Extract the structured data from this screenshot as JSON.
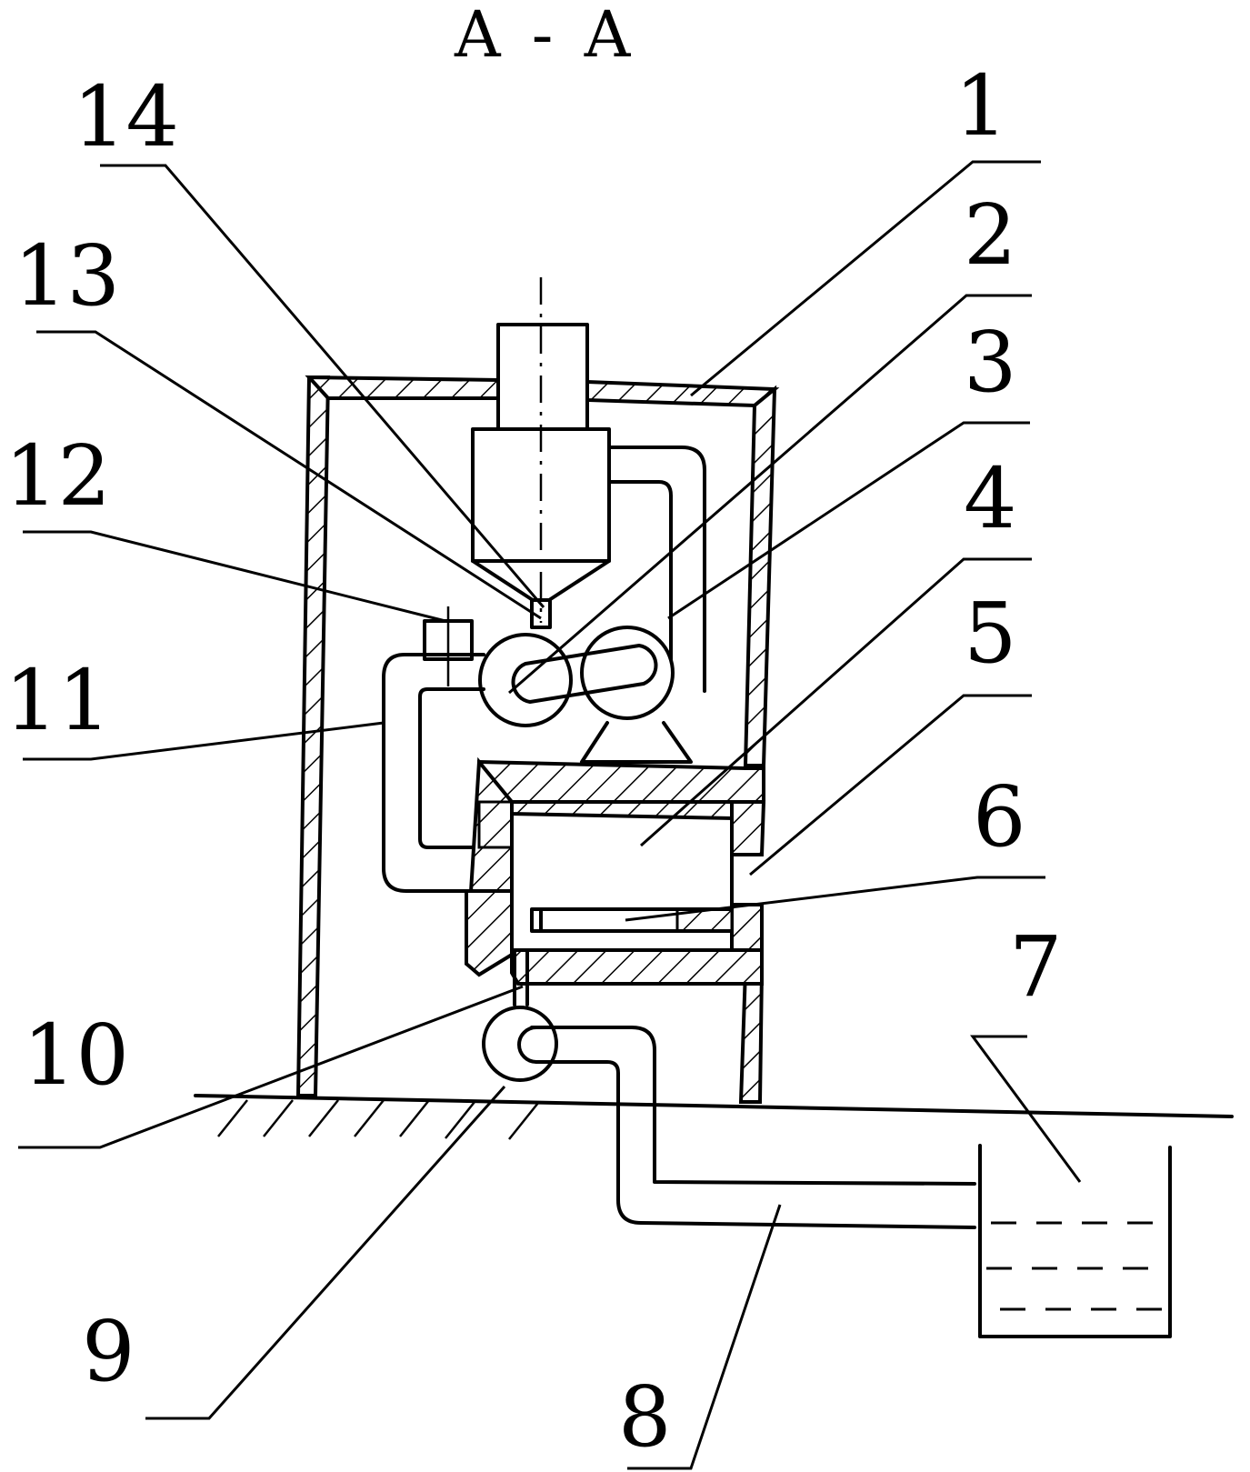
{
  "title": "A - A",
  "labels": [
    {
      "id": "1",
      "text": "1"
    },
    {
      "id": "2",
      "text": "2"
    },
    {
      "id": "3",
      "text": "3"
    },
    {
      "id": "4",
      "text": "4"
    },
    {
      "id": "5",
      "text": "5"
    },
    {
      "id": "6",
      "text": "6"
    },
    {
      "id": "7",
      "text": "7"
    },
    {
      "id": "8",
      "text": "8"
    },
    {
      "id": "9",
      "text": "9"
    },
    {
      "id": "10",
      "text": "10"
    },
    {
      "id": "11",
      "text": "11"
    },
    {
      "id": "12",
      "text": "12"
    },
    {
      "id": "13",
      "text": "13"
    },
    {
      "id": "14",
      "text": "14"
    }
  ]
}
